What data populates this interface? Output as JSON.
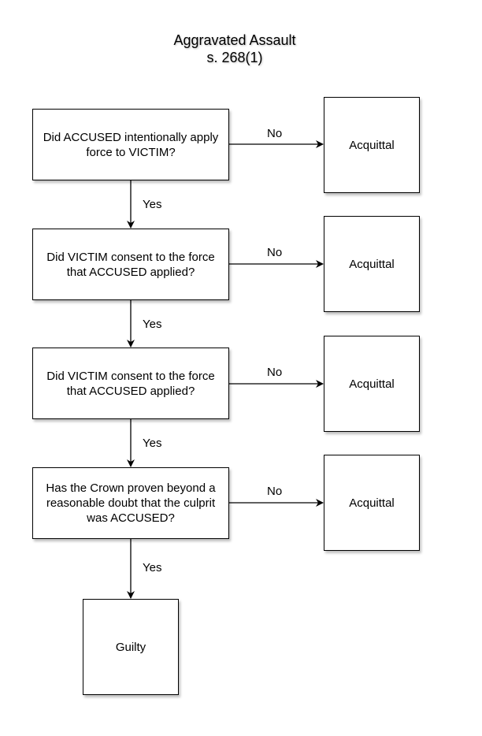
{
  "title": {
    "line1": "Aggravated Assault",
    "line2": "s. 268(1)"
  },
  "questions": [
    {
      "text": "Did ACCUSED intentionally apply force to VICTIM?"
    },
    {
      "text": "Did VICTIM consent to the force that ACCUSED applied?"
    },
    {
      "text": "Did VICTIM consent to the force that ACCUSED applied?"
    },
    {
      "text": "Has the Crown proven beyond a reasonable doubt that the culprit was ACCUSED?"
    }
  ],
  "outcomes": [
    {
      "text": "Acquittal"
    },
    {
      "text": "Acquittal"
    },
    {
      "text": "Acquittal"
    },
    {
      "text": "Acquittal"
    }
  ],
  "final": {
    "text": "Guilty"
  },
  "edge_labels": {
    "no": "No",
    "yes": "Yes"
  }
}
